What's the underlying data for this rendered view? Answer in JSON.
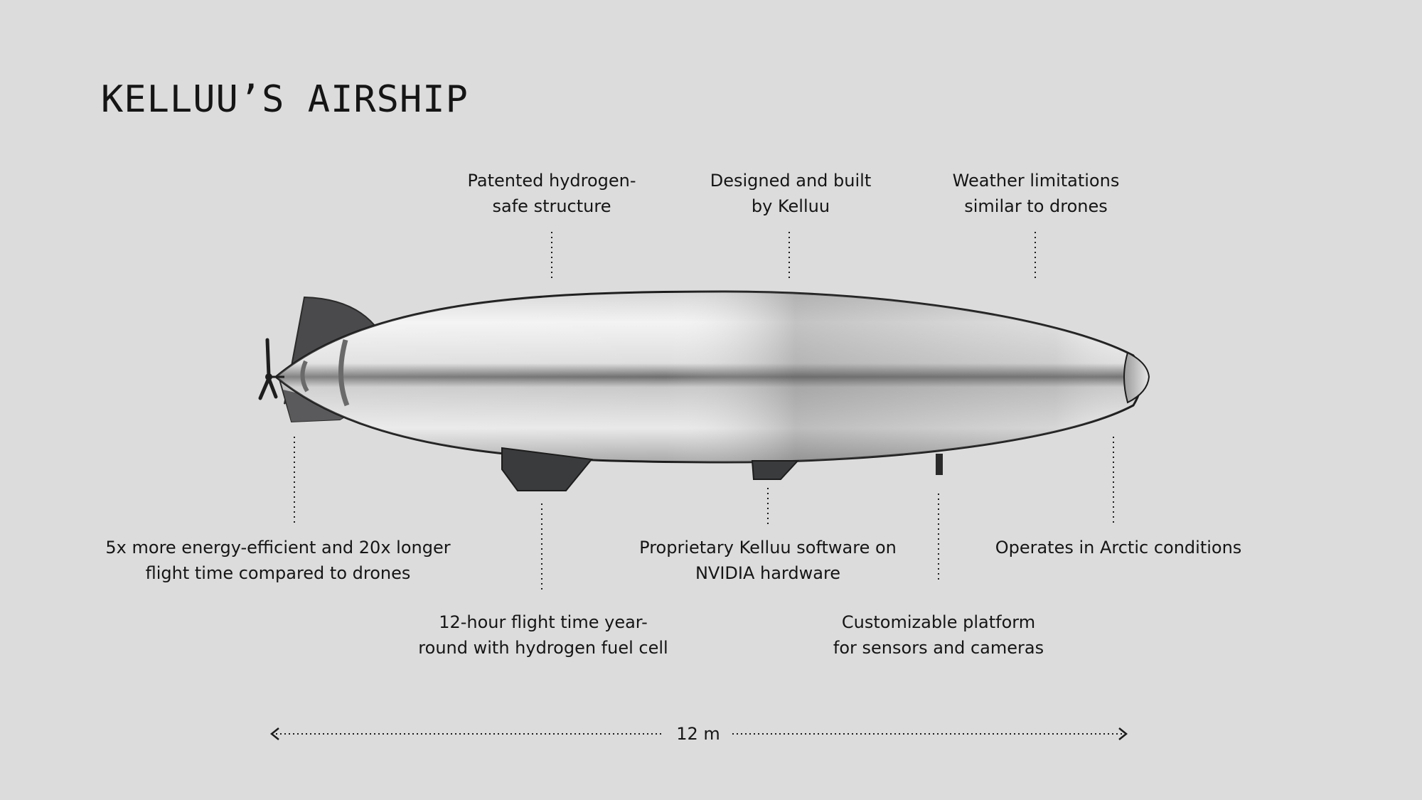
{
  "title": "KELLUU’S AIRSHIP",
  "features": {
    "hydrogen_safe": [
      "Patented hydrogen-",
      "safe structure"
    ],
    "designed_built": [
      "Designed and built",
      "by Kelluu"
    ],
    "weather": [
      "Weather limitations",
      "similar to drones"
    ],
    "efficiency": [
      "5x more energy-efficient and 20x longer",
      "flight time compared to drones"
    ],
    "software": [
      "Proprietary Kelluu software on",
      "NVIDIA hardware"
    ],
    "arctic": [
      "Operates in Arctic conditions"
    ],
    "flight_time": [
      "12-hour flight time year-",
      "round with hydrogen fuel cell"
    ],
    "platform": [
      "Customizable platform",
      "for sensors and cameras"
    ]
  },
  "scale": {
    "label": "12 m"
  },
  "colors": {
    "background": "#dcdcdc",
    "text": "#151515",
    "fin": "#4a4a4c",
    "gondola": "#3a3b3d",
    "hull_light": "#f2f2f2",
    "hull_dark": "#8e8e8e"
  }
}
